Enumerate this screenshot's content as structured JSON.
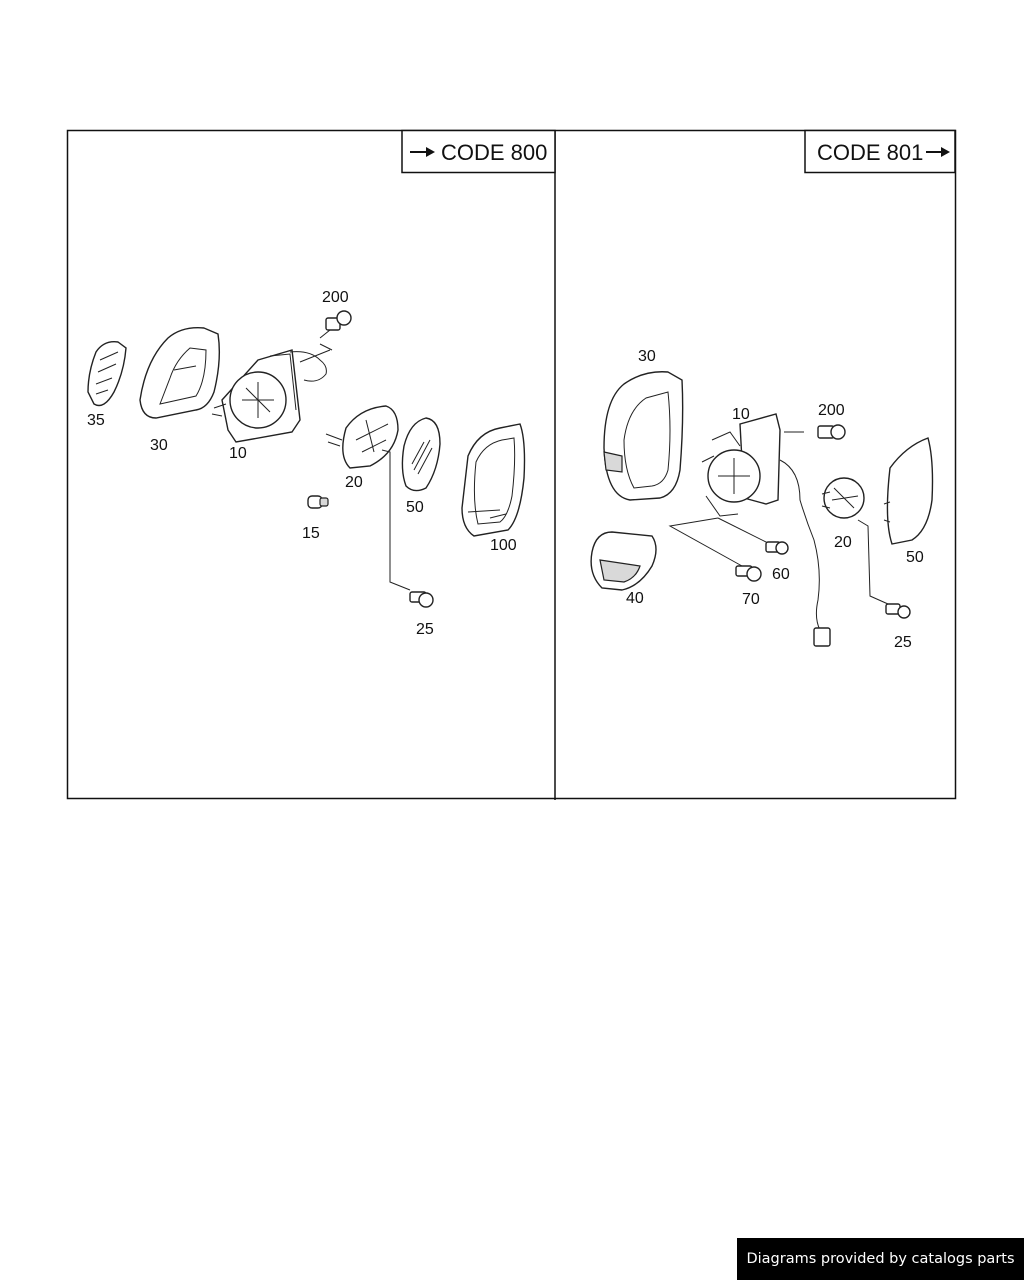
{
  "panels": {
    "left": {
      "code_label": "CODE 800",
      "arrow_side": "left",
      "callouts": [
        "200",
        "35",
        "30",
        "10",
        "20",
        "50",
        "15",
        "100",
        "25"
      ]
    },
    "right": {
      "code_label": "CODE 801",
      "arrow_side": "right",
      "callouts": [
        "30",
        "10",
        "200",
        "20",
        "50",
        "40",
        "60",
        "70",
        "25"
      ]
    }
  },
  "footer": {
    "text": "Diagrams provided by catalogs parts"
  }
}
